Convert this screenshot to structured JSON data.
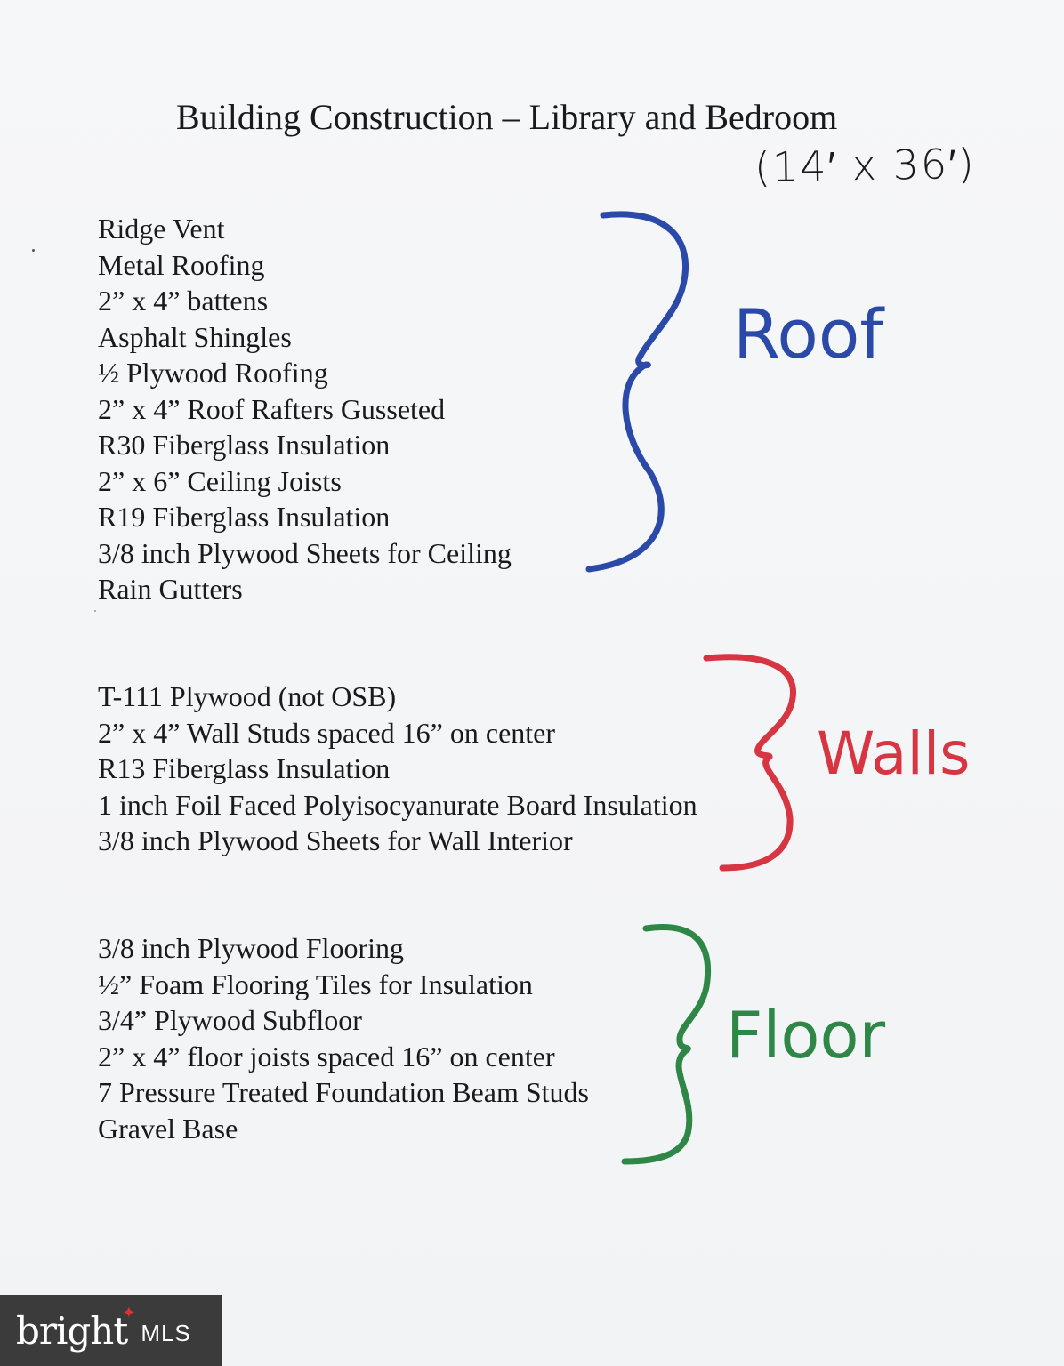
{
  "document": {
    "title": "Building Construction – Library and Bedroom",
    "dimensions": "(14′ x 36′)"
  },
  "sections": {
    "roof": {
      "label": "Roof",
      "color": "#2b49a8",
      "items": [
        "Ridge Vent",
        "Metal Roofing",
        "2” x 4” battens",
        "Asphalt Shingles",
        "½ Plywood Roofing",
        "2” x 4” Roof Rafters Gusseted",
        "R30 Fiberglass Insulation",
        "2” x 6” Ceiling Joists",
        "R19 Fiberglass Insulation",
        "3/8 inch Plywood Sheets for Ceiling",
        "Rain Gutters"
      ]
    },
    "walls": {
      "label": "Walls",
      "color": "#d63541",
      "items": [
        "T-111 Plywood (not OSB)",
        "2” x 4” Wall Studs spaced 16” on center",
        "R13 Fiberglass Insulation",
        "1 inch Foil Faced Polyisocyanurate Board Insulation",
        "3/8 inch Plywood Sheets for Wall Interior"
      ]
    },
    "floor": {
      "label": "Floor",
      "color": "#2e8746",
      "items": [
        "3/8 inch Plywood Flooring",
        "½” Foam Flooring Tiles for Insulation",
        "3/4” Plywood Subfloor",
        "2” x 4” floor joists spaced 16” on center",
        "7 Pressure Treated Foundation Beam Studs",
        "Gravel Base"
      ]
    }
  },
  "watermark": {
    "brand": "bright",
    "suffix": "MLS"
  }
}
